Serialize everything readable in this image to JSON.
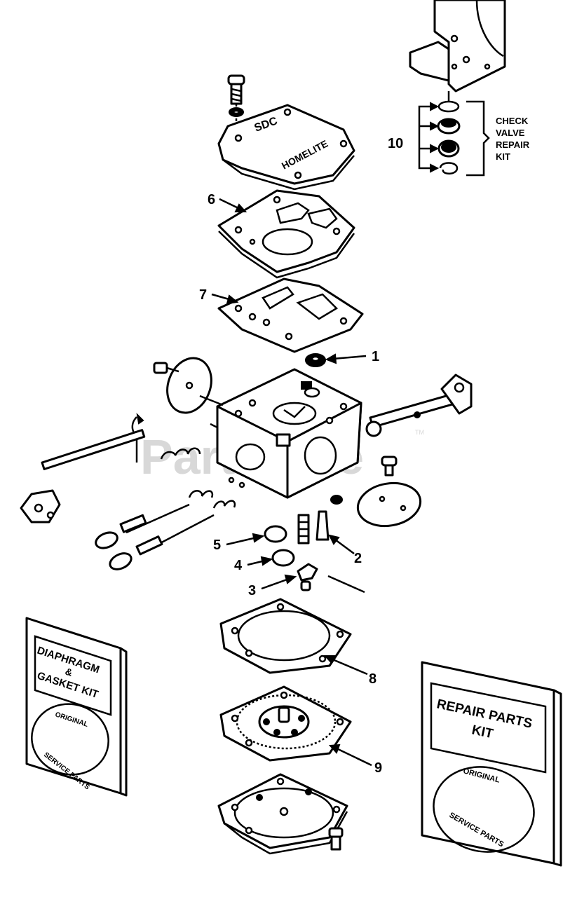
{
  "watermark": {
    "text": "PartsTree",
    "tm": "TM"
  },
  "check_valve": {
    "number": "10",
    "lines": [
      "CHECK",
      "VALVE",
      "REPAIR",
      "KIT"
    ]
  },
  "cover_plate": {
    "text_sdc": "SDC",
    "text_brand": "HOMELITE"
  },
  "callouts": [
    {
      "id": "1",
      "label": "1"
    },
    {
      "id": "2",
      "label": "2"
    },
    {
      "id": "3",
      "label": "3"
    },
    {
      "id": "4",
      "label": "4"
    },
    {
      "id": "5",
      "label": "5"
    },
    {
      "id": "6",
      "label": "6"
    },
    {
      "id": "7",
      "label": "7"
    },
    {
      "id": "8",
      "label": "8"
    },
    {
      "id": "9",
      "label": "9"
    }
  ],
  "diaphragm_kit": {
    "title_line1": "DIAPHRAGM",
    "title_line2": "&",
    "title_line3": "GASKET KIT",
    "seal_top": "ORIGINAL",
    "seal_bottom": "SERVICE PARTS"
  },
  "repair_kit": {
    "title_line1": "REPAIR PARTS",
    "title_line2": "KIT",
    "seal_top": "ORIGINAL",
    "seal_bottom": "SERVICE PARTS"
  }
}
